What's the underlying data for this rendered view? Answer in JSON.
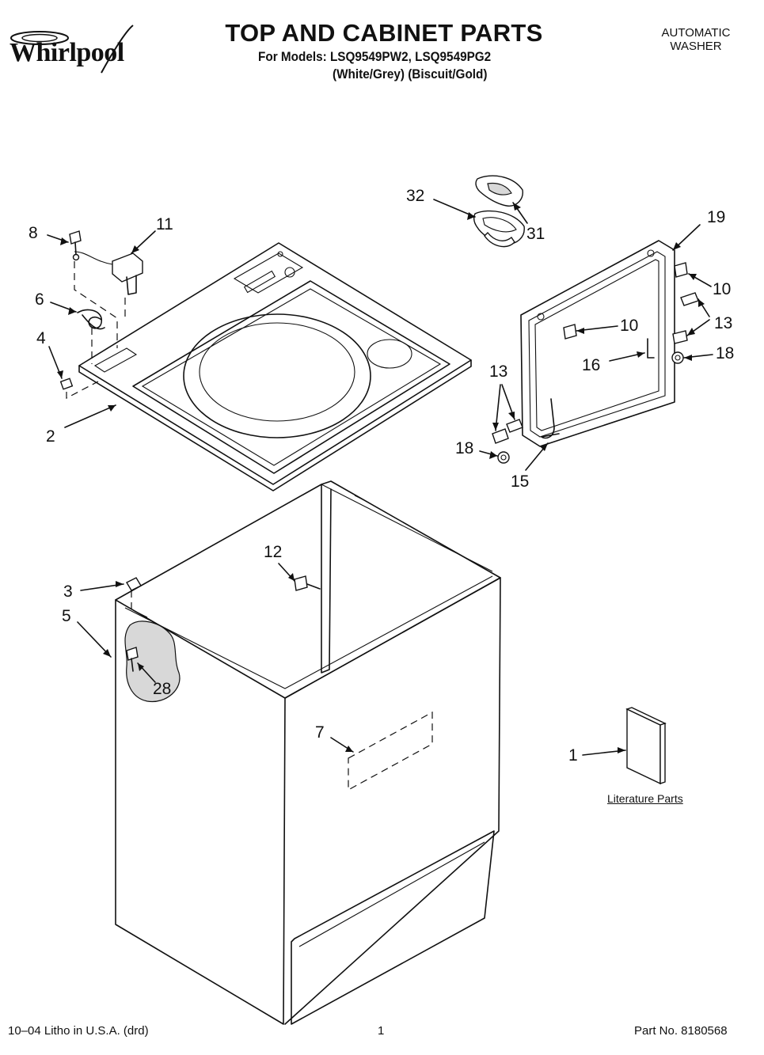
{
  "brand": "Whirlpool",
  "title": "TOP AND CABINET PARTS",
  "models_line": "For Models: LSQ9549PW2, LSQ9549PG2",
  "colors_line": "(White/Grey)   (Biscuit/Gold)",
  "appliance_type": [
    "AUTOMATIC",
    "WASHER"
  ],
  "literature_label": "Literature Parts",
  "callouts": {
    "c1": "1",
    "c2": "2",
    "c3": "3",
    "c4": "4",
    "c5": "5",
    "c6": "6",
    "c7": "7",
    "c8": "8",
    "c10a": "10",
    "c10b": "10",
    "c11": "11",
    "c12": "12",
    "c13a": "13",
    "c13b": "13",
    "c15": "15",
    "c16": "16",
    "c18a": "18",
    "c18b": "18",
    "c19": "19",
    "c28": "28",
    "c31": "31",
    "c32": "32"
  },
  "footer": {
    "litho": "10–04 Litho in U.S.A. (drd)",
    "page": "1",
    "part_no": "Part No. 8180568"
  }
}
